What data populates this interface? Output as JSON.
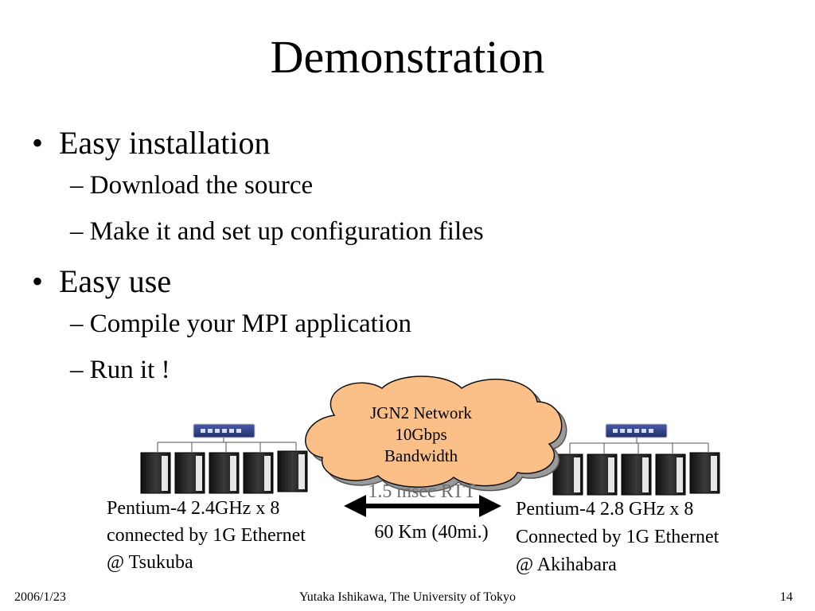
{
  "slide": {
    "title": "Demonstration",
    "bullets": [
      {
        "text": "Easy installation",
        "subitems": [
          "Download the source",
          "Make it and set up configuration files"
        ]
      },
      {
        "text": "Easy use",
        "subitems": [
          "Compile your MPI application",
          "Run it !"
        ]
      }
    ],
    "bullet_glyph": "•",
    "dash_glyph": "–"
  },
  "diagram": {
    "cloud_lines": [
      "JGN2 Network",
      "10Gbps",
      "Bandwidth"
    ],
    "rtt_label": "1.5 msec RTT",
    "distance_label": "60 Km (40mi.)",
    "left_site": [
      "Pentium-4 2.4GHz x 8",
      "connected by 1G Ethernet",
      "@ Tsukuba"
    ],
    "right_site": [
      "Pentium-4 2.8 GHz x 8",
      "Connected by 1G Ethernet",
      "@ Akihabara"
    ],
    "colors": {
      "cloud_fill": "#fbbf88",
      "cloud_shadow": "#9a9a9a",
      "switch": "#33448a"
    }
  },
  "footer": {
    "date": "2006/1/23",
    "author": "Yutaka Ishikawa, The University of Tokyo",
    "page": "14"
  }
}
